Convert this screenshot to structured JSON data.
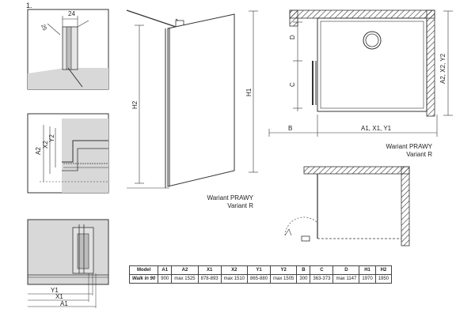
{
  "figure_number": "1.",
  "detail1": {
    "dim_a": "24",
    "dim_b": "25"
  },
  "detail2": {
    "labels": [
      "A2",
      "X2",
      "Y2"
    ]
  },
  "detail3": {
    "labels": [
      "Y1",
      "X1",
      "A1"
    ]
  },
  "elevation": {
    "h1": "H1",
    "h2": "H2",
    "variant_line1": "Wariant PRAWY",
    "variant_line2": "Variant R"
  },
  "plan": {
    "d": "D",
    "c": "C",
    "b": "B",
    "bottom": "A1, X1, Y1",
    "side": "A2, X2, Y2",
    "variant_line1": "Wariant PRAWY",
    "variant_line2": "Variant R"
  },
  "table": {
    "headers": [
      "Model",
      "A1",
      "A2",
      "X1",
      "X2",
      "Y1",
      "Y2",
      "B",
      "C",
      "D",
      "H1",
      "H2"
    ],
    "rows": [
      [
        "Walk In 90",
        "900",
        "max 1525",
        "878-893",
        "max 1510",
        "865-880",
        "max 1505",
        "300",
        "363-373",
        "max 1147",
        "1970",
        "1950"
      ]
    ]
  },
  "colors": {
    "line": "#333333",
    "grey": "#d0d0d0",
    "panel": "#e6e6e6"
  }
}
